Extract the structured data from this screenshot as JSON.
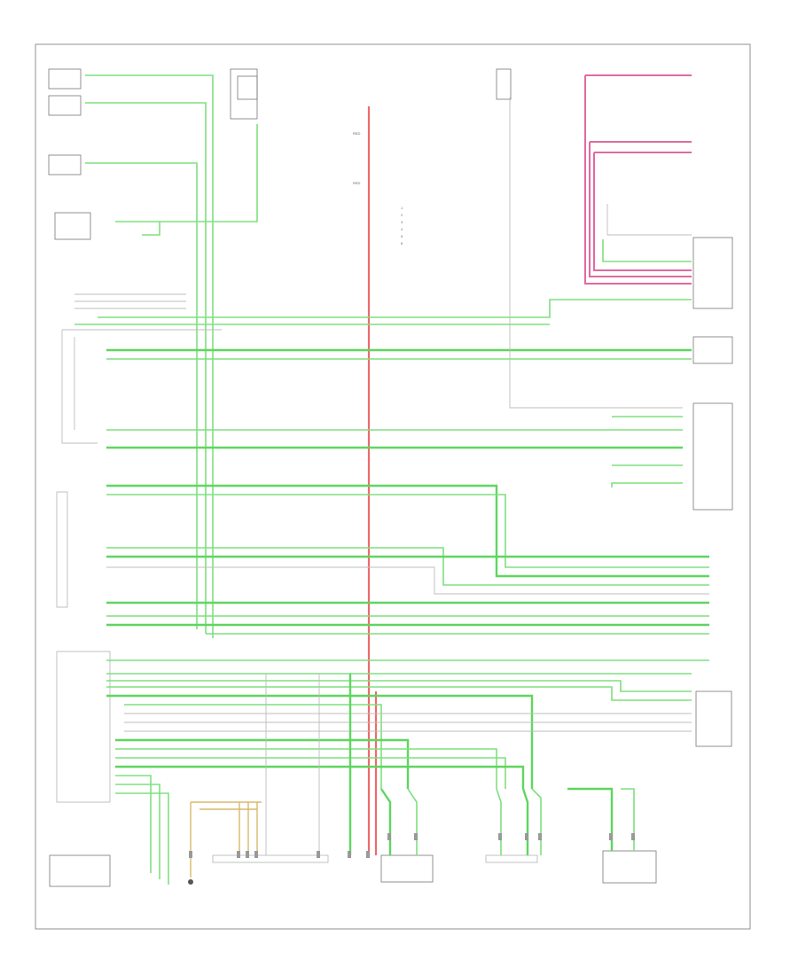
{
  "diagram": {
    "red_labels": [
      "RED",
      "RED"
    ],
    "center_legend": [
      "1",
      "2",
      "3",
      "4",
      "5",
      "6"
    ],
    "footer_text": "",
    "bottom_labels": []
  }
}
